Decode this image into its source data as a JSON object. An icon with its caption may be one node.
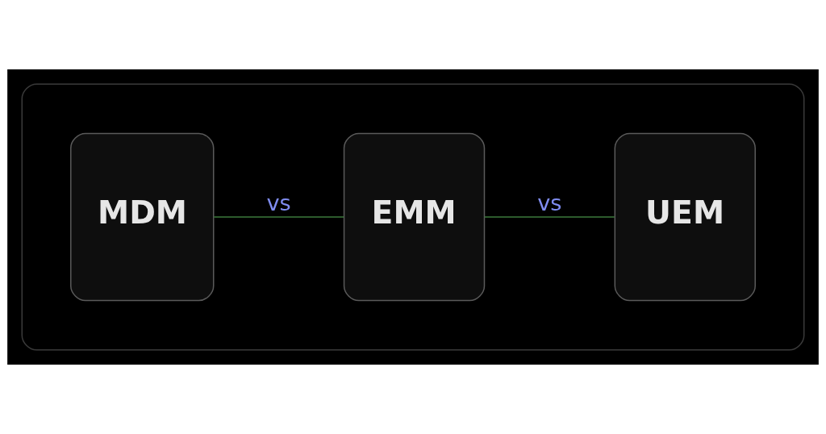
{
  "diagram": {
    "nodes": [
      {
        "text": [],
        "shape": "shield"
      },
      {
        "text": [
          "MDM"
        ],
        "in": 0
      },
      {
        "text": [
          "EMM"
        ],
        "in": 0
      },
      {
        "text": [
          "UEM"
        ],
        "in": 0
      }
    ],
    "edges": [
      {
        "from": 1,
        "to": 2,
        "arrow": "none",
        "label": "vs"
      },
      {
        "from": 2,
        "to": 3,
        "arrow": "none",
        "label": "vs"
      }
    ]
  }
}
